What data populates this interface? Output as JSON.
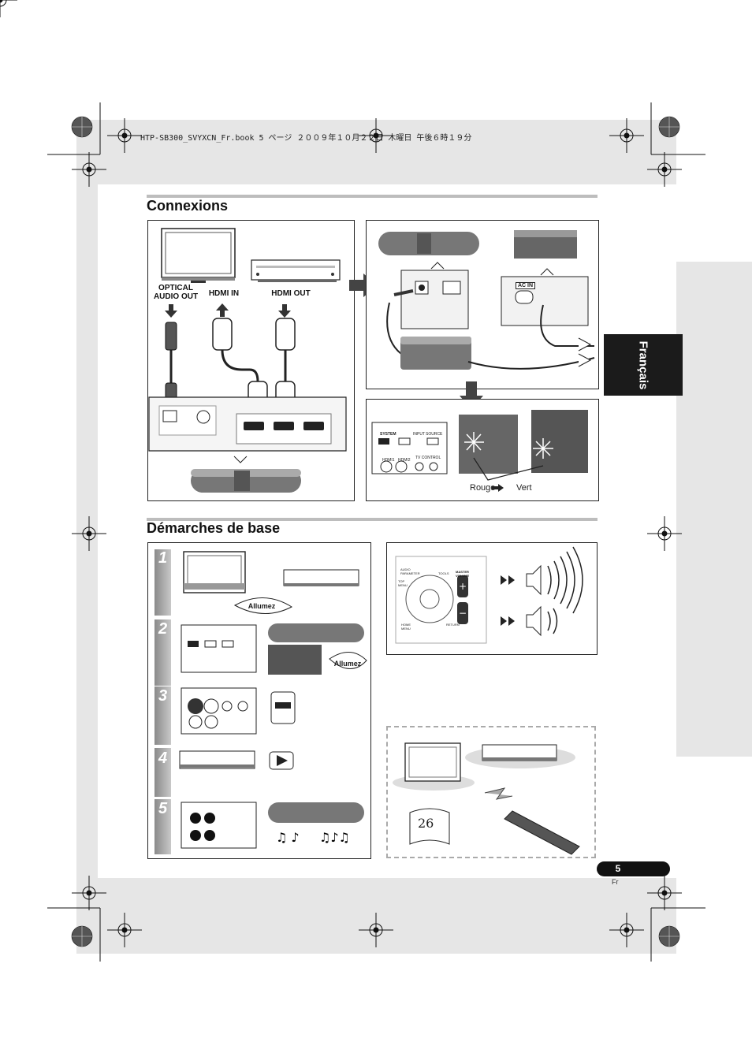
{
  "header": {
    "file_info": "HTP-SB300_SVYXCN_Fr.book  5 ページ  ２００９年１０月２２日  木曜日  午後６時１９分"
  },
  "side_tab": {
    "language": "Français"
  },
  "connections": {
    "title": "Connexions",
    "labels": {
      "optical": "OPTICAL AUDIO OUT",
      "hdmi_in": "HDMI IN",
      "hdmi_out": "HDMI OUT",
      "ac_in": "AC IN"
    },
    "remote_buttons": {
      "system": "SYSTEM",
      "input": "INPUT",
      "source": "SOURCE",
      "hdmi1": "HDMI1",
      "hdmi2": "HDMI2",
      "tv_control": "TV CONTROL"
    },
    "status": {
      "red": "Rouge",
      "green": "Vert"
    }
  },
  "basic_steps": {
    "title": "Démarches de base",
    "steps": [
      "1",
      "2",
      "3",
      "4",
      "5"
    ],
    "turn_on": "Allumez",
    "volume_panel": {
      "audio": "AUDIO PARAMETER",
      "tools": "TOOLS",
      "master_volume": "MASTER VOLUME",
      "top_menu": "TOP MENU",
      "home_menu": "HOME MENU",
      "return": "RETURN"
    },
    "manual_page": "26"
  },
  "footer": {
    "page_number": "5",
    "lang_code": "Fr"
  }
}
